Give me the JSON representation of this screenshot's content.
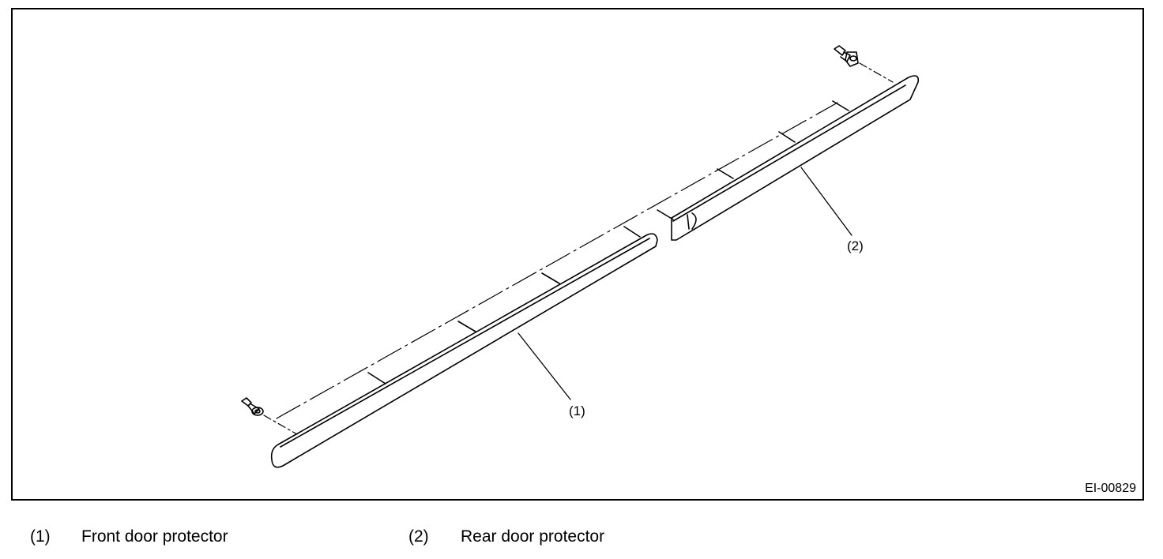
{
  "figure": {
    "figure_id": "EI-00829",
    "callouts": {
      "front": "(1)",
      "rear": "(2)"
    }
  },
  "legend": [
    {
      "number": "(1)",
      "text": "Front door protector"
    },
    {
      "number": "(2)",
      "text": "Rear door protector"
    }
  ]
}
